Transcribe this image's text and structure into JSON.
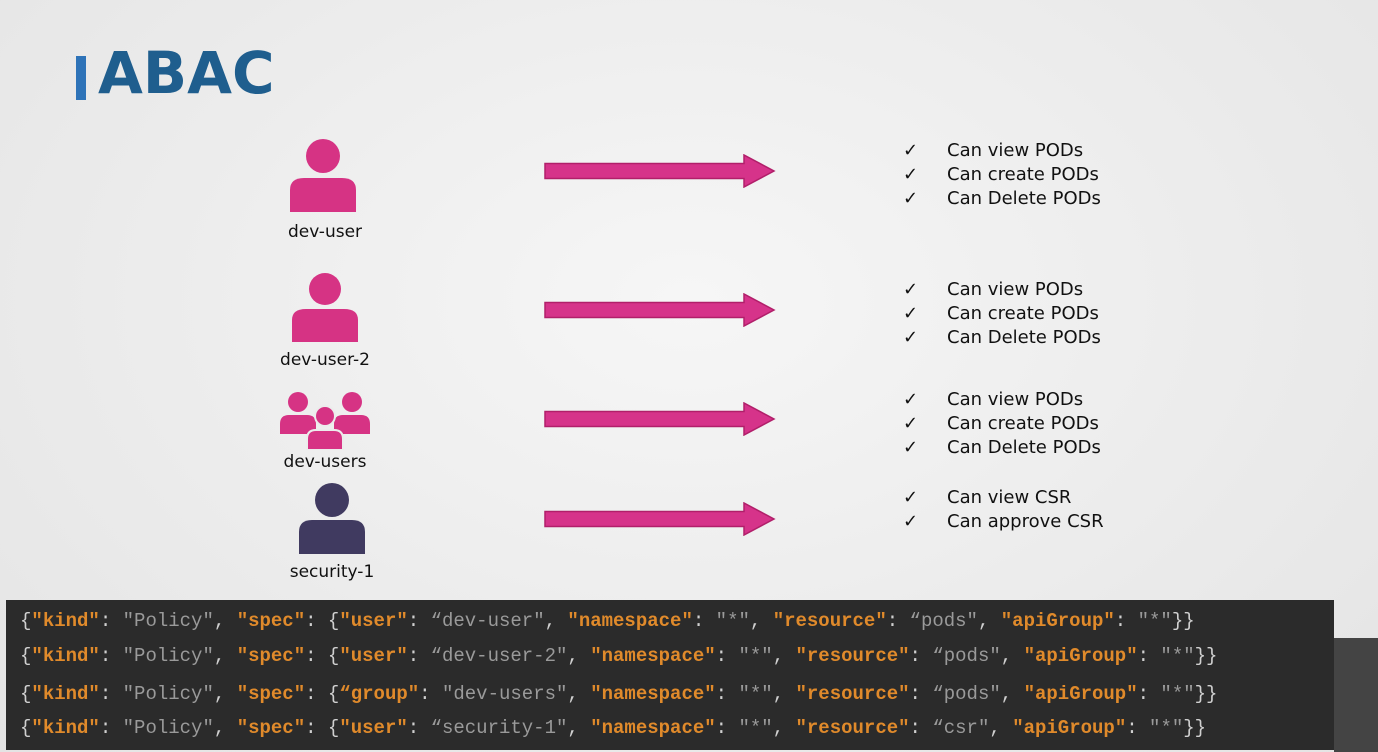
{
  "slide": {
    "title": "ABAC",
    "colors": {
      "accent": "#2e73b8",
      "title": "#1f5e8e",
      "pink": "#d63384",
      "dark_user": "#403a60",
      "code_bg": "#2b2b2b",
      "code_key": "#e08a2b"
    }
  },
  "rows": [
    {
      "label": "dev-user",
      "icon": "user-icon",
      "permissions": [
        "Can view PODs",
        "Can create PODs",
        "Can Delete PODs"
      ]
    },
    {
      "label": "dev-user-2",
      "icon": "user-icon",
      "permissions": [
        "Can view PODs",
        "Can create PODs",
        "Can Delete PODs"
      ]
    },
    {
      "label": "dev-users",
      "icon": "user-group-icon",
      "permissions": [
        "Can view PODs",
        "Can create PODs",
        "Can Delete PODs"
      ]
    },
    {
      "label": "security-1",
      "icon": "user-icon",
      "permissions": [
        "Can view CSR",
        "Can approve CSR"
      ]
    }
  ],
  "check_glyph": "✓",
  "code": {
    "kind_key": "kind",
    "kind_value": "Policy",
    "spec_key": "spec",
    "namespace_key": "namespace",
    "resource_key": "resource",
    "apigroup_key": "apiGroup",
    "lines": [
      {
        "subject_key": "user",
        "subject_value": "dev-user",
        "namespace": "*",
        "resource": "pods",
        "apiGroup": "*"
      },
      {
        "subject_key": "user",
        "subject_value": "dev-user-2",
        "namespace": "*",
        "resource": "pods",
        "apiGroup": "*"
      },
      {
        "subject_key": "group",
        "subject_value": "dev-users",
        "namespace": "*",
        "resource": "pods",
        "apiGroup": "*"
      },
      {
        "subject_key": "user",
        "subject_value": "security-1",
        "namespace": "*",
        "resource": "csr",
        "apiGroup": "*"
      }
    ]
  }
}
